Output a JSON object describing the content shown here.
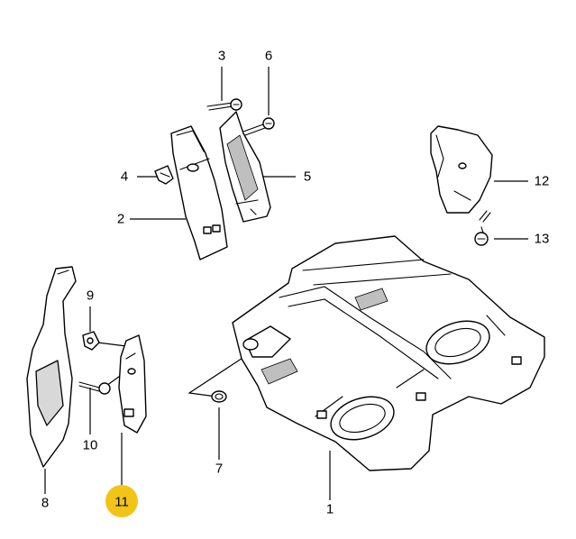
{
  "callouts": [
    {
      "id": "c1",
      "text": "1"
    },
    {
      "id": "c2",
      "text": "2"
    },
    {
      "id": "c3",
      "text": "3"
    },
    {
      "id": "c4",
      "text": "4"
    },
    {
      "id": "c5",
      "text": "5"
    },
    {
      "id": "c6",
      "text": "6"
    },
    {
      "id": "c7",
      "text": "7"
    },
    {
      "id": "c8",
      "text": "8"
    },
    {
      "id": "c9",
      "text": "9"
    },
    {
      "id": "c10",
      "text": "10"
    },
    {
      "id": "c11",
      "text": "11"
    },
    {
      "id": "c12",
      "text": "12"
    },
    {
      "id": "c13",
      "text": "13"
    }
  ],
  "highlighted_callout": "11",
  "highlight_color": "#f2c418",
  "line_color": "#000000"
}
